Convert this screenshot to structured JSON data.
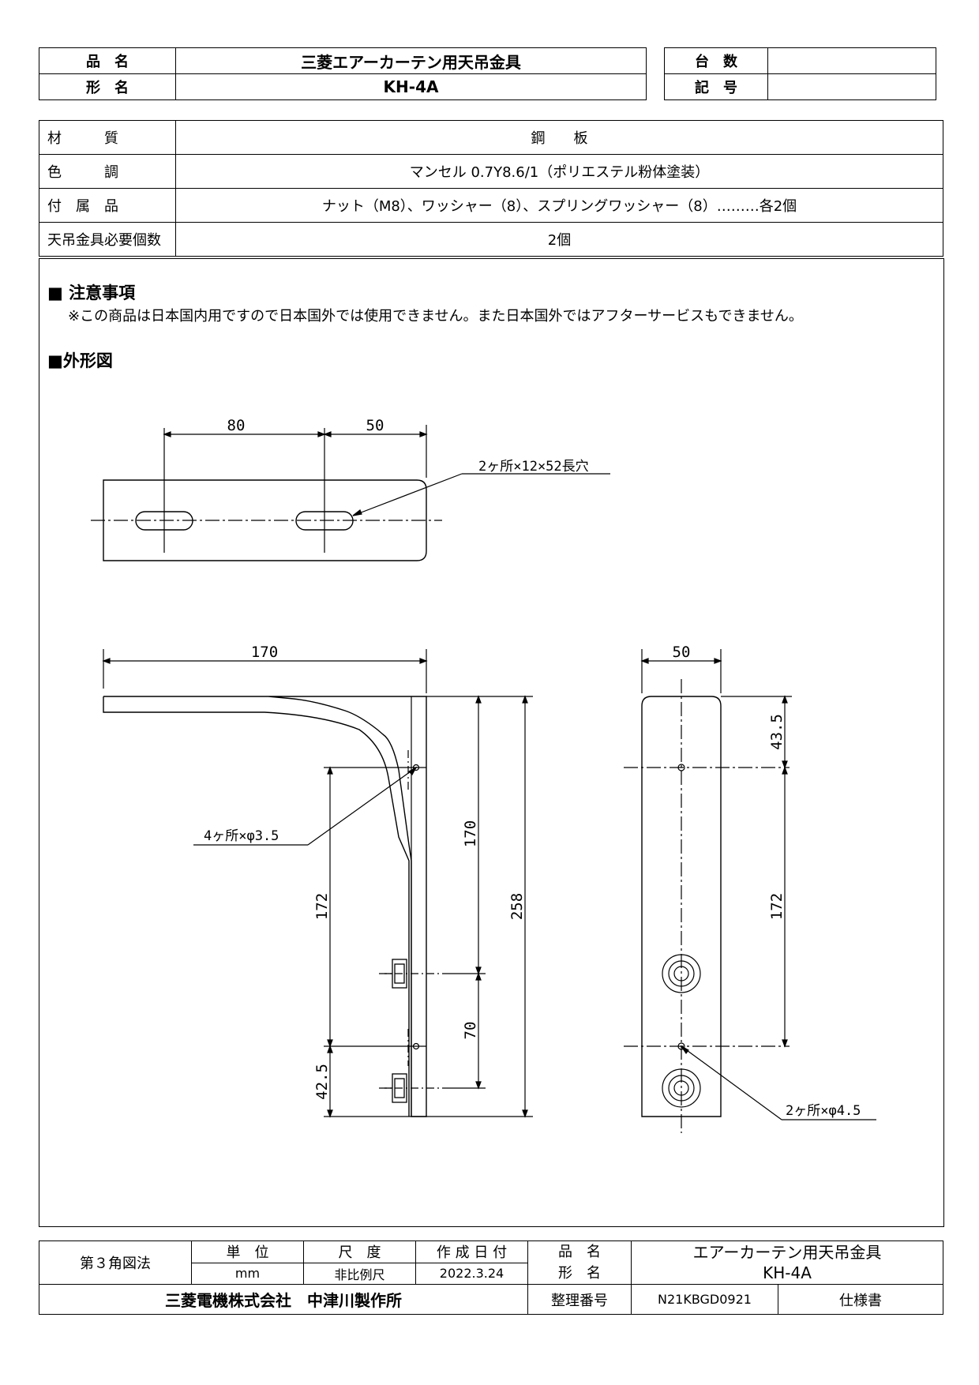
{
  "header": {
    "product_name_label": "品　名",
    "product_name": "三菱エアーカーテン用天吊金具",
    "model_label": "形　名",
    "model": "KH-4A",
    "quantity_label": "台　数",
    "quantity": "",
    "symbol_label": "記　号",
    "symbol": ""
  },
  "specs": {
    "rows": [
      {
        "label": "材　　　質",
        "value": "鋼　　板"
      },
      {
        "label": "色　　　調",
        "value": "マンセル 0.7Y8.6/1（ポリエステル粉体塗装）"
      },
      {
        "label": "付　属　品",
        "value": "ナット（M8）、ワッシャー（8）、スプリングワッシャー（8）………各2個"
      },
      {
        "label": "天吊金具必要個数",
        "value": "2個"
      }
    ]
  },
  "notes": {
    "heading": "■ 注意事項",
    "text": "※この商品は日本国内用ですので日本国外では使用できません。また日本国外ではアフターサービスもできません。",
    "outline_heading": "■外形図"
  },
  "drawing": {
    "top_view": {
      "dim_a": "80",
      "dim_b": "50",
      "slot_note": "2ヶ所×12×52長穴"
    },
    "side_view": {
      "dim_width": "170",
      "dim_h1": "170",
      "dim_total": "258",
      "dim_h2": "172",
      "dim_h3": "70",
      "dim_h4": "42.5",
      "hole_note": "4ヶ所×φ3.5"
    },
    "front_view": {
      "dim_width": "50",
      "dim_top": "43.5",
      "dim_mid": "172",
      "hole_note": "2ヶ所×φ4.5"
    }
  },
  "footer": {
    "projection": "第３角図法",
    "unit_label": "単　位",
    "unit": "mm",
    "scale_label": "尺　度",
    "scale": "非比例尺",
    "date_label": "作 成 日 付",
    "date": "2022.3.24",
    "name_labels": "品　名\n形　名",
    "product": "エアーカーテン用天吊金具",
    "model": "KH-4A",
    "company": "三菱電機株式会社　中津川製作所",
    "ref_label": "整理番号",
    "ref_no": "N21KBGD0921",
    "doc_type": "仕様書"
  }
}
